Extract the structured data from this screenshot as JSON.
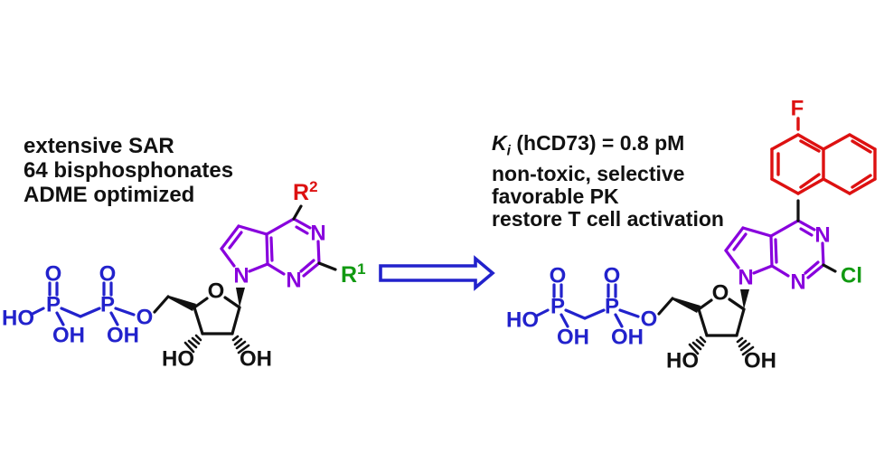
{
  "figure_type": "chemical-structure-scheme",
  "colors": {
    "blue": "#2222cc",
    "purple": "#8800dd",
    "red": "#dd1111",
    "green": "#119911",
    "black": "#111111"
  },
  "left_block": {
    "lines": [
      "extensive SAR",
      "64 bisphosphonates",
      "ADME optimized"
    ]
  },
  "right_block": {
    "ki_symbol": "K",
    "ki_sub": "i",
    "ki_rest": " (hCD73) = 0.8 pM",
    "lines": [
      "non-toxic, selective",
      "favorable PK",
      "restore T cell activation"
    ]
  },
  "atoms": {
    "HO": "HO",
    "OH": "OH",
    "P": "P",
    "O": "O",
    "N": "N",
    "R": "R",
    "sup1": "1",
    "sup2": "2",
    "F": "F",
    "Cl": "Cl"
  },
  "arrow": {
    "direction": "right"
  }
}
